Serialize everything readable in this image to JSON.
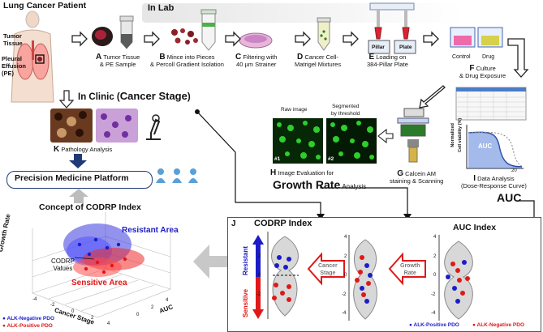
{
  "header": {
    "patient_title": "Lung Cancer Patient",
    "inlab_title": "In Lab",
    "tumor_tissue": "Tumor\nTissue",
    "pleural": "Pleural\nEffusion\n(PE)"
  },
  "steps": {
    "a": {
      "letter": "A",
      "text": "Tumor Tissue\n& PE Sample"
    },
    "b": {
      "letter": "B",
      "text": "Mince into Pieces\n& Percoll Gradient Isolation"
    },
    "c": {
      "letter": "C",
      "text": "Filtering with\n40 µm Strainer"
    },
    "d": {
      "letter": "D",
      "text": "Cancer Cell-\nMatrigel Mixtures"
    },
    "e": {
      "letter": "E",
      "text": "Loading on\n384-Pillar Plate"
    },
    "f": {
      "letter": "F",
      "text": "Culture\n& Drug Exposure"
    },
    "g": {
      "letter": "G",
      "text": "Calcein AM\nstaining & Scanning"
    },
    "h": {
      "letter": "H",
      "text": "Image Evaluation for",
      "subtext": "Growth Rate",
      "suffix": "Analysis"
    },
    "i": {
      "letter": "I",
      "text": "Data Analysis\n(Dose-Response Curve)"
    },
    "k": {
      "letter": "K",
      "text": "Pathology Analysis"
    }
  },
  "labels": {
    "pillar": "Pillar",
    "plate": "Plate",
    "control": "Control",
    "drug": "Drug",
    "raw_image": "Raw image",
    "segmented": "Segmented\nby threshold",
    "img1": "#1",
    "img2": "#2",
    "auc_big": "AUC",
    "auc_small": "AUC",
    "cell_viability": "Normalized\nCell viability (%)",
    "x_tick": "20"
  },
  "clinic": {
    "title_prefix": "In Clinic (",
    "title_main": "Cancer Stage",
    "title_suffix": ")",
    "platform": "Precision Medicine Platform"
  },
  "concept": {
    "title": "Concept of CODRP Index",
    "resistant_area": "Resistant Area",
    "sensitive_area": "Sensitive Area",
    "codrp_values": "CODRP\nValues",
    "axis_growth": "Growth Rate",
    "axis_stage": "Cancer Stage",
    "axis_auc": "AUC",
    "ticks_x": [
      "-4",
      "-2",
      "0",
      "2",
      "4"
    ],
    "ticks_z": [
      "0",
      "2",
      "4"
    ],
    "legend_neg": "ALK-Negative PDO",
    "legend_pos": "ALK-Positive PDO",
    "legend_neg_color": "#1c1cc8",
    "legend_pos_color": "#e01818"
  },
  "panel_j": {
    "letter": "J",
    "codrp_title": "CODRP Index",
    "auc_title": "AUC Index",
    "resistant": "Resistant",
    "sensitive": "Sensitive",
    "cancer_stage": "Cancer\nStage",
    "growth_rate": "Growth\nRate",
    "yticks": [
      "4",
      "2",
      "0",
      "-2",
      "-4"
    ],
    "legend_pos": "ALK-Positive PDO",
    "legend_neg": "ALK-Negative PDO"
  },
  "colors": {
    "blue": "#1c1cc8",
    "red": "#e01818",
    "navy": "#1f3a78",
    "dark_arrow": "#3a3a3a"
  }
}
